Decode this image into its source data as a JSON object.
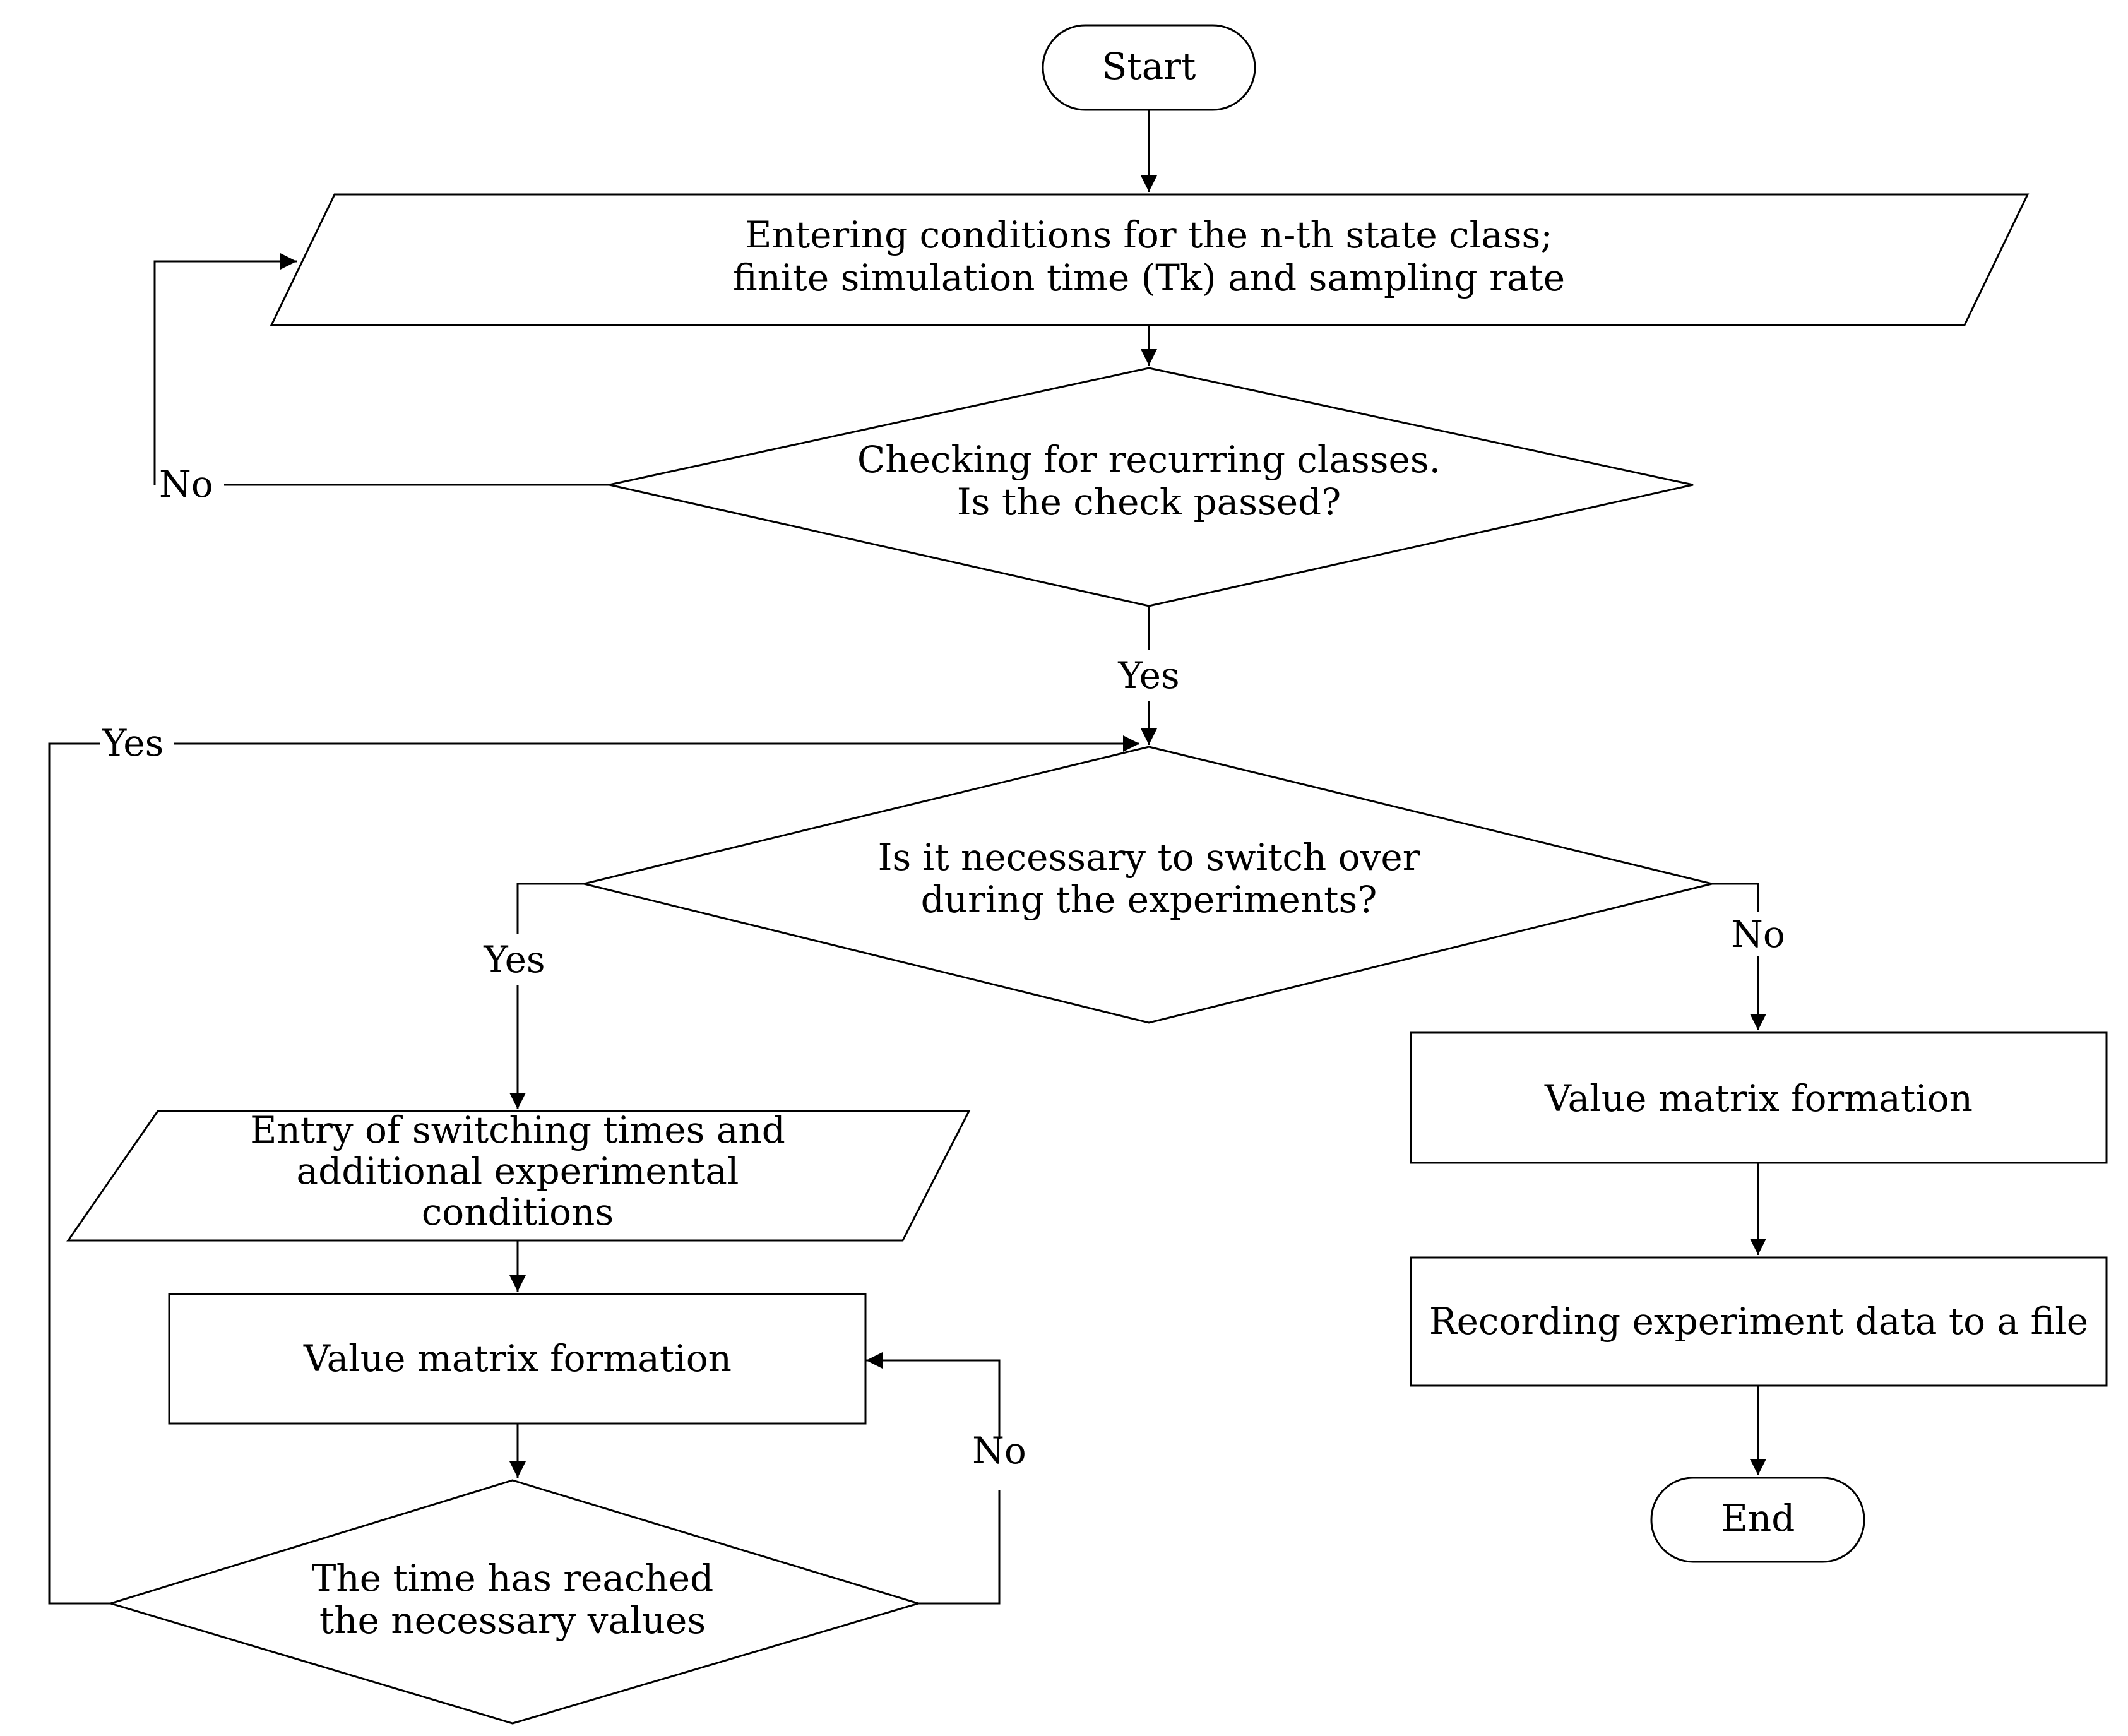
{
  "nodes": {
    "start": "Start",
    "input_conditions": [
      "Entering conditions for the n-th state class;",
      "finite simulation time (Tk)  and sampling rate"
    ],
    "check_recurring": [
      "Checking for recurring classes.",
      "Is the check passed?"
    ],
    "switch_decision": [
      "Is it necessary to switch over",
      "during the experiments?"
    ],
    "switch_entry": [
      "Entry of switching times and",
      "additional experimental",
      "conditions"
    ],
    "value_matrix_left": "Value matrix formation",
    "time_check": [
      "The time has reached",
      "the necessary values"
    ],
    "value_matrix_right": "Value matrix formation",
    "record_data": "Recording experiment data to a file",
    "end": "End"
  },
  "edge_labels": {
    "check_no": "No",
    "check_yes": "Yes",
    "time_yes": "Yes",
    "switch_yes": "Yes",
    "switch_no": "No",
    "time_no": "No"
  }
}
